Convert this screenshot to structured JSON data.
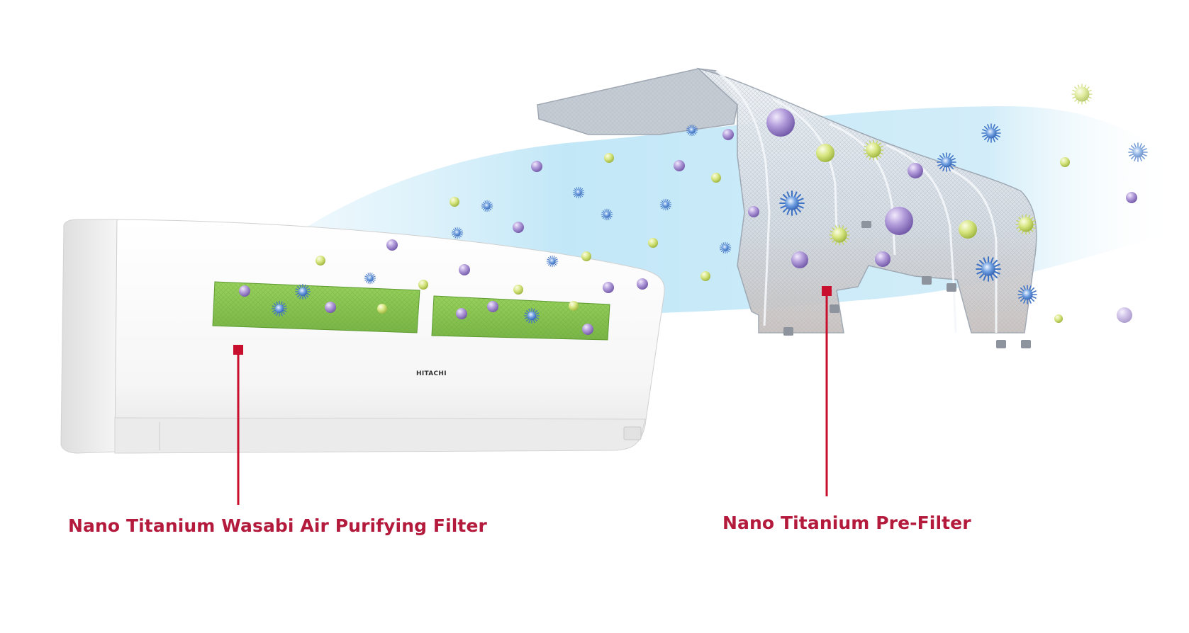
{
  "callouts": {
    "wasabi_filter_label": "Nano Titanium Wasabi Air Purifying Filter",
    "pre_filter_label": "Nano Titanium Pre-Filter",
    "marker_color": "#c8102e",
    "text_color": "#b41a3c"
  },
  "unit": {
    "brand_text": "HITACHI",
    "body_color": "#f7f7f7",
    "filter_color": "#8cc751"
  },
  "airflow": {
    "stream_color": "#bfe6f7"
  },
  "particles": {
    "types": [
      "purple-sphere",
      "green-pollen",
      "blue-bacteria"
    ],
    "colors": {
      "purple-sphere": "#9b7fc8",
      "green-pollen": "#c9dc6a",
      "blue-bacteria": "#4a7fd0"
    }
  }
}
